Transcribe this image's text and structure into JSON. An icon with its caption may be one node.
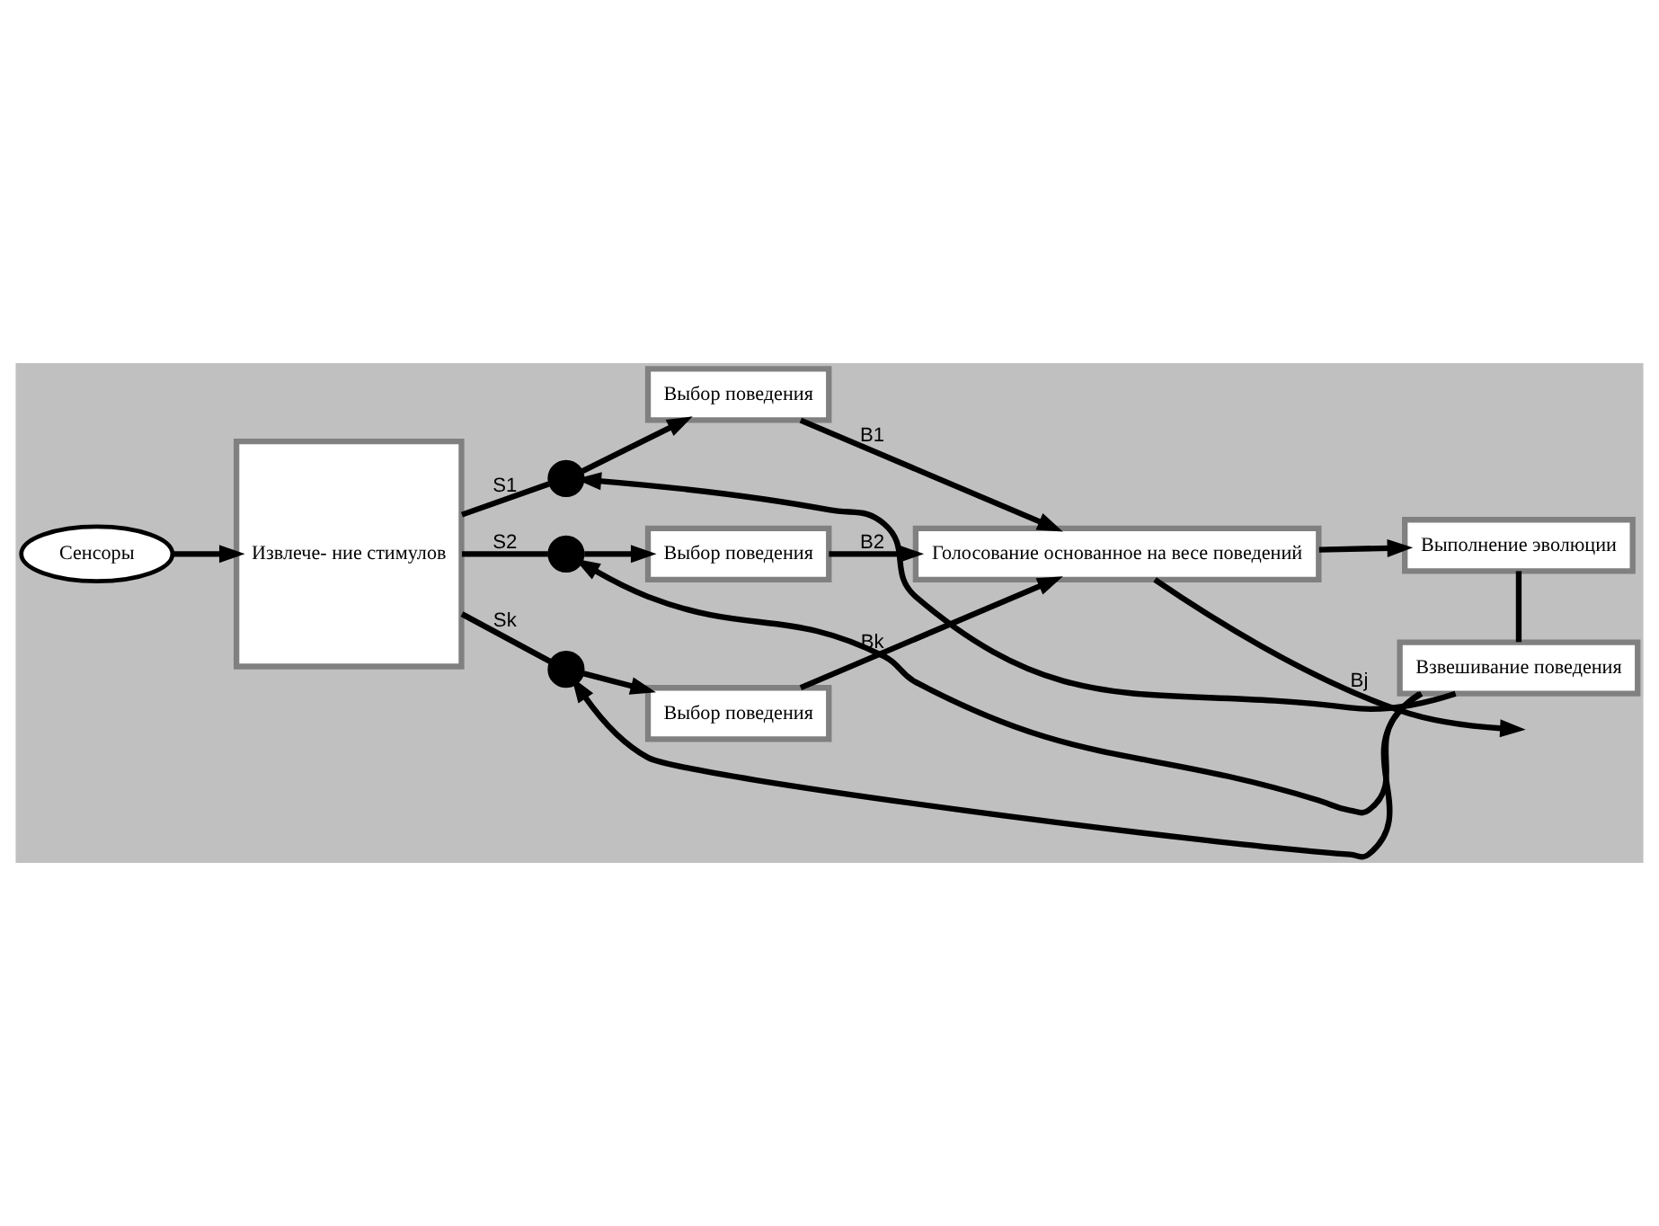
{
  "diagram": {
    "nodes": [
      {
        "text": [
          "Сенсоры"
        ]
      },
      {
        "text": [
          "Извлече- ние стимулов"
        ]
      },
      {
        "text": [],
        "shape": "circle"
      },
      {
        "text": [],
        "shape": "circle"
      },
      {
        "text": [],
        "shape": "circle"
      },
      {
        "text": [
          "Выбор поведения"
        ]
      },
      {
        "text": [
          "Выбор поведения"
        ]
      },
      {
        "text": [
          "Выбор поведения"
        ]
      },
      {
        "text": [
          "Голосование основанное на весе поведений"
        ]
      },
      {
        "text": [
          "Выполнение эволюции"
        ]
      },
      {
        "text": [
          "Взвешивание поведения"
        ]
      }
    ],
    "edges": [
      {
        "from": 0,
        "to": 1,
        "arrow": "to"
      },
      {
        "from": 1,
        "to": 2,
        "label": "S1",
        "arrow": "none"
      },
      {
        "from": 2,
        "to": 5,
        "arrow": "to"
      },
      {
        "from": 1,
        "to": 3,
        "label": "S2",
        "arrow": "none"
      },
      {
        "from": 3,
        "to": 6,
        "arrow": "to"
      },
      {
        "from": 1,
        "to": 4,
        "label": "Sk",
        "arrow": "none"
      },
      {
        "from": 4,
        "to": 7,
        "arrow": "to"
      },
      {
        "from": 5,
        "to": 8,
        "label": "B1",
        "arrow": "to"
      },
      {
        "from": 6,
        "to": 8,
        "label": "B2",
        "arrow": "to"
      },
      {
        "from": 7,
        "to": 8,
        "label": "Bk",
        "arrow": "to"
      },
      {
        "from": 8,
        "to": null,
        "label": "Bj",
        "arrow": "to"
      },
      {
        "from": 8,
        "to": 9,
        "arrow": "to"
      },
      {
        "from": 9,
        "to": 10,
        "arrow": "none"
      },
      {
        "from": 10,
        "to": 2,
        "arrow": "to"
      },
      {
        "from": 10,
        "to": 3,
        "arrow": "to"
      },
      {
        "from": 10,
        "to": 4,
        "arrow": "to"
      }
    ]
  }
}
